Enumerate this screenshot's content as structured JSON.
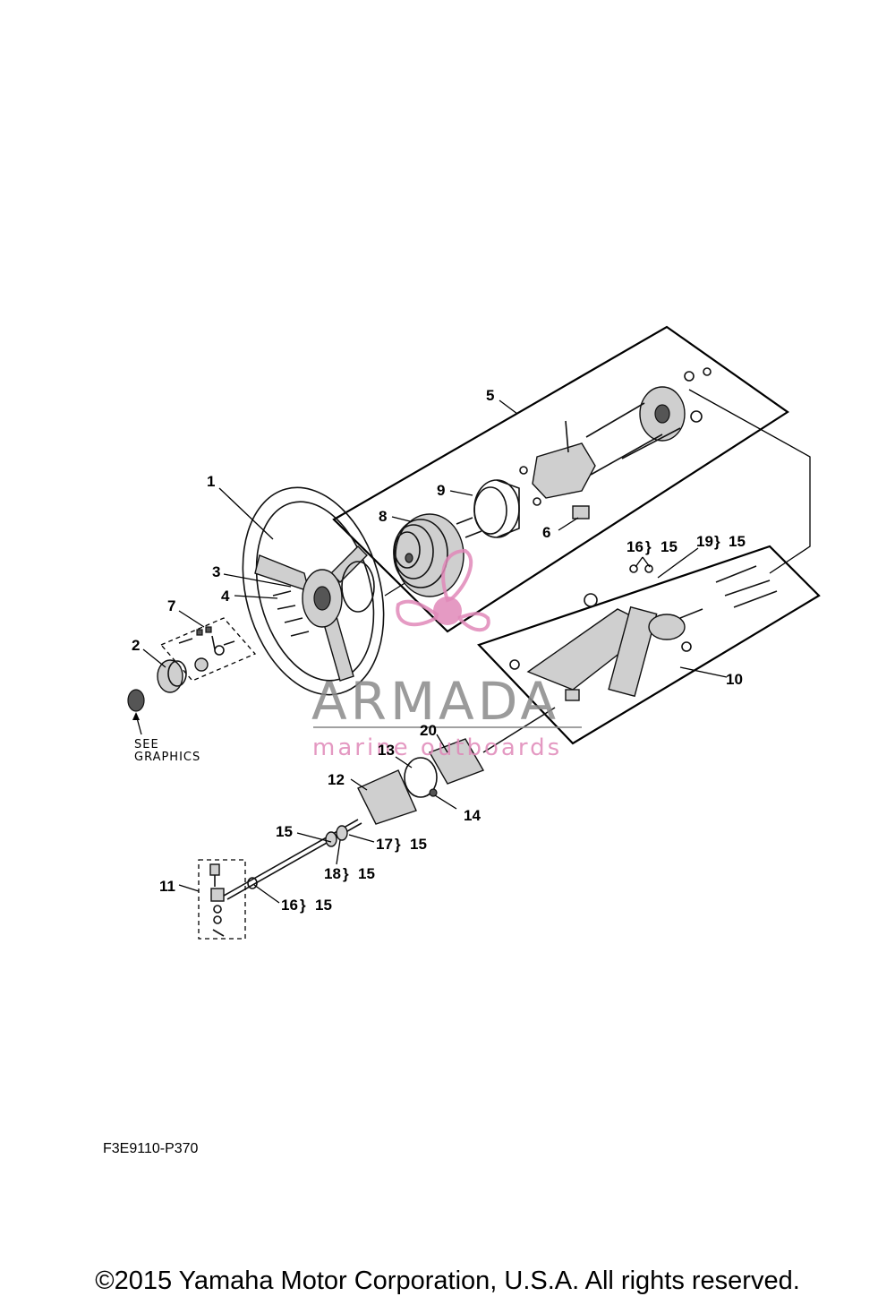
{
  "callouts": {
    "c1": "1",
    "c2": "2",
    "c3": "3",
    "c4": "4",
    "c5": "5",
    "c6": "6",
    "c7": "7",
    "c8": "8",
    "c9": "9",
    "c10": "10",
    "c11": "11",
    "c12": "12",
    "c13": "13",
    "c14": "14",
    "c15": "15",
    "c20": "20",
    "c16a": "16",
    "c16a_ref": "15",
    "c19": "19",
    "c19_ref": "15",
    "c17": "17",
    "c17_ref": "15",
    "c18": "18",
    "c18_ref": "15",
    "c16b": "16",
    "c16b_ref": "15"
  },
  "see_graphics": {
    "line1": "SEE",
    "line2": "GRAPHICS"
  },
  "watermark": {
    "brand": "ARMADA",
    "tagline": "marine outboards",
    "brand_color": "#8a8a8a",
    "accent_color": "#e088b8"
  },
  "figure_code": "F3E9110-P370",
  "copyright": "©2015 Yamaha Motor Corporation, U.S.A. All rights reserved."
}
